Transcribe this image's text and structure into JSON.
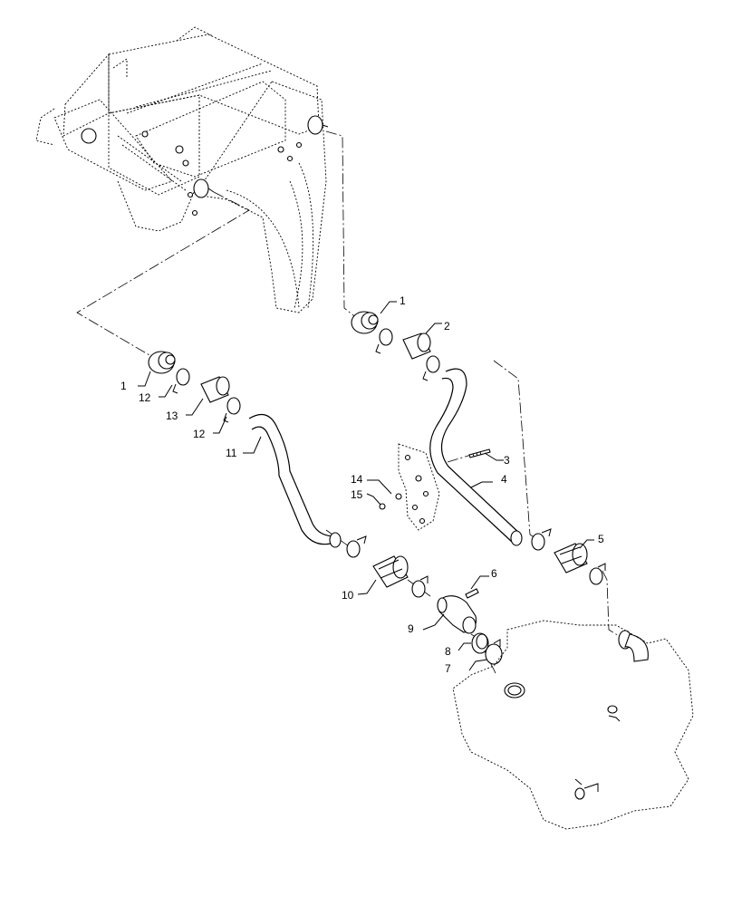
{
  "callouts": {
    "c1a": "1",
    "c2": "2",
    "c3": "3",
    "c4": "4",
    "c5": "5",
    "c6": "6",
    "c7": "7",
    "c8": "8",
    "c9": "9",
    "c10": "10",
    "c11": "11",
    "c12a": "12",
    "c13": "13",
    "c12b": "12",
    "c1b": "1",
    "c14": "14",
    "c15": "15"
  }
}
